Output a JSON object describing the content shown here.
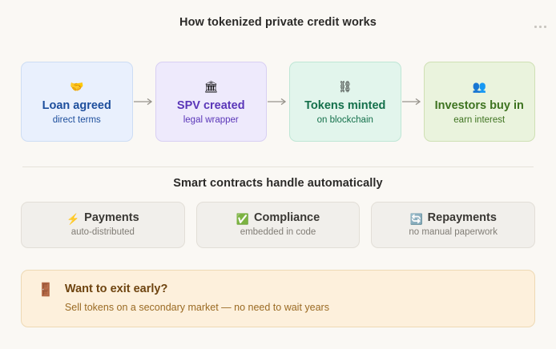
{
  "overflow_menu": {
    "icon": "more-horizontal-icon",
    "dots": 3
  },
  "headings": {
    "main": "How tokenized private credit works",
    "smart": "Smart contracts handle automatically"
  },
  "flow": {
    "arrow_icon": "arrow-right-icon",
    "steps": [
      {
        "icon": "handshake-icon",
        "emoji": "🤝",
        "label": "Loan agreed",
        "sub": "direct terms",
        "accent": "#1d4e9c",
        "fill": "#e9f0fd",
        "border": "#cdddf4"
      },
      {
        "icon": "classical-building-icon",
        "emoji": "🏛",
        "label": "SPV created",
        "sub": "legal wrapper",
        "accent": "#5a36b8",
        "fill": "#eeeafc",
        "border": "#d8cff3"
      },
      {
        "icon": "chains-icon",
        "emoji": "⛓",
        "label": "Tokens minted",
        "sub": "on blockchain",
        "accent": "#14704b",
        "fill": "#e2f5ec",
        "border": "#bfe6d5"
      },
      {
        "icon": "people-icon",
        "emoji": "👥",
        "label": "Investors buy in",
        "sub": "earn interest",
        "accent": "#3e7320",
        "fill": "#eaf3dd",
        "border": "#cfe0b4"
      }
    ]
  },
  "features": [
    {
      "icon": "lightning-bolt-icon",
      "emoji": "⚡",
      "label": "Payments",
      "sub": "auto-distributed"
    },
    {
      "icon": "check-mark-button-icon",
      "emoji": "✅",
      "label": "Compliance",
      "sub": "embedded in code"
    },
    {
      "icon": "counterclockwise-arrows-icon",
      "emoji": "🔄",
      "label": "Repayments",
      "sub": "no manual paperwork"
    }
  ],
  "callout": {
    "icon": "door-icon",
    "emoji": "🚪",
    "label": "Want to exit early?",
    "sub": "Sell tokens on a secondary market — no need to wait years",
    "fill": "#fdf0dc",
    "border": "#eed9b4",
    "accent": "#6e4410"
  },
  "theme": {
    "background": "#faf8f4",
    "text": "#2b2a28",
    "divider": "#e6e2da"
  }
}
